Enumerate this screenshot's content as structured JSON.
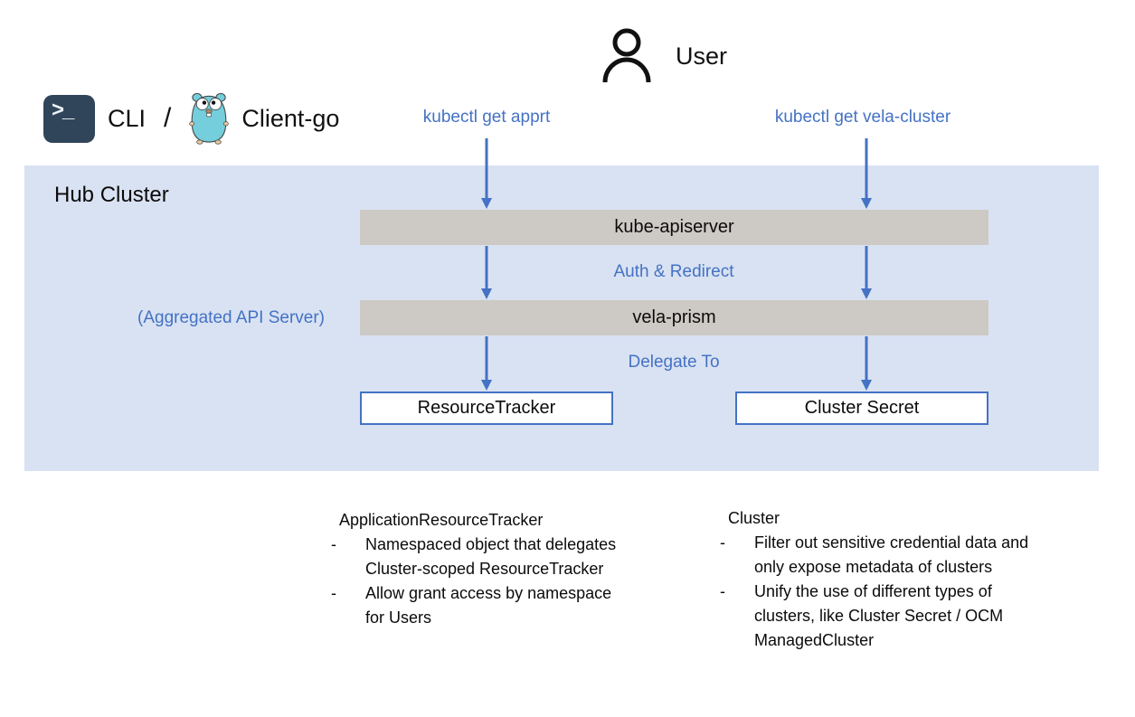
{
  "user_label": "User",
  "cli_row": {
    "terminal_glyph": ">_",
    "cli_label": "CLI",
    "separator": "/",
    "clientgo_label": "Client-go"
  },
  "commands": {
    "left": "kubectl get apprt",
    "right": "kubectl get vela-cluster"
  },
  "hub": {
    "title": "Hub Cluster",
    "kube_apiserver": "kube-apiserver",
    "auth_label": "Auth & Redirect",
    "vela_prism": "vela-prism",
    "aggregated_label": "(Aggregated API Server)",
    "delegate_label": "Delegate To",
    "box_left": "ResourceTracker",
    "box_right": "Cluster Secret"
  },
  "notes": {
    "left": {
      "title": "ApplicationResourceTracker",
      "bullets": [
        "Namespaced object that delegates Cluster-scoped ResourceTracker",
        "Allow grant access by namespace for Users"
      ]
    },
    "right": {
      "title": "Cluster",
      "bullets": [
        "Filter out sensitive credential data and only expose metadata of clusters",
        "Unify the use of different types of clusters, like Cluster Secret / OCM ManagedCluster"
      ]
    }
  },
  "colors": {
    "accent-blue": "#4472C4",
    "panel-bg": "#D9E2F2",
    "bar-bg": "#CDC9C5",
    "terminal-bg": "#31455A",
    "gopher-blue": "#74CEDC"
  }
}
